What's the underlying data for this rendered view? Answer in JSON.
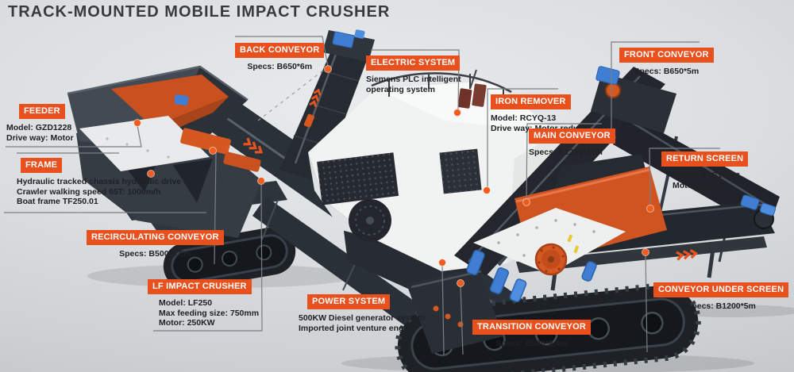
{
  "header": {
    "title": "TRACK-MOUNTED MOBILE IMPACT CRUSHER"
  },
  "colors": {
    "accent_orange": "#e8501d",
    "marker_orange": "#f25c1f",
    "title_gray": "#3a3a3c",
    "machine_orange": "#cf5420",
    "machine_blue": "#3f7ed2",
    "body_white": "#f1f2f2"
  },
  "labels": [
    {
      "id": "back-conveyor",
      "title": "BACK CONVEYOR",
      "lines": [
        "Specs: B650*6m"
      ]
    },
    {
      "id": "electric-system",
      "title": "ELECTRIC SYSTEM",
      "lines": [
        "Siemens PLC intelligent",
        "operating system"
      ]
    },
    {
      "id": "front-conveyor",
      "title": "FRONT CONVEYOR",
      "lines": [
        "Specs: B650*5m"
      ]
    },
    {
      "id": "iron-remover",
      "title": "IRON REMOVER",
      "lines": [
        "Model: RCYQ-13",
        "Drive way: Motor reducer"
      ]
    },
    {
      "id": "main-conveyor",
      "title": "MAIN CONVEYOR",
      "lines": [
        "Specs: B1200*11m"
      ]
    },
    {
      "id": "return-screen",
      "title": "RETURN SCREEN",
      "lines": [
        "Model: 2YS1640",
        "Motor: 3.7KW"
      ]
    },
    {
      "id": "feeder",
      "title": "FEEDER",
      "lines": [
        "Model: GZD1228",
        "Drive way: Motor"
      ]
    },
    {
      "id": "frame",
      "title": "FRAME",
      "lines": [
        "Hydraulic tracked chassis hydraulic drive",
        "Crawler walking speed 65T: 1000m/h",
        "Boat frame TF250.01"
      ]
    },
    {
      "id": "recirculating-conveyor",
      "title": "RECIRCULATING CONVEYOR",
      "lines": [
        "Specs: B500*9.5m"
      ]
    },
    {
      "id": "lf-impact-crusher",
      "title": "LF IMPACT CRUSHER",
      "lines": [
        "Model: LF250",
        "Max feeding size: 750mm",
        "Motor: 250KW"
      ]
    },
    {
      "id": "power-system",
      "title": "POWER SYSTEM",
      "lines": [
        "500KW Diesel generator system",
        "Imported joint venture engine"
      ]
    },
    {
      "id": "transition-conveyor",
      "title": "TRANSITION CONVEYOR",
      "lines": [
        "Specs: B500*2.4m"
      ]
    },
    {
      "id": "conveyor-under-screen",
      "title": "CONVEYOR UNDER SCREEN",
      "lines": [
        "Specs: B1200*5m"
      ]
    }
  ]
}
